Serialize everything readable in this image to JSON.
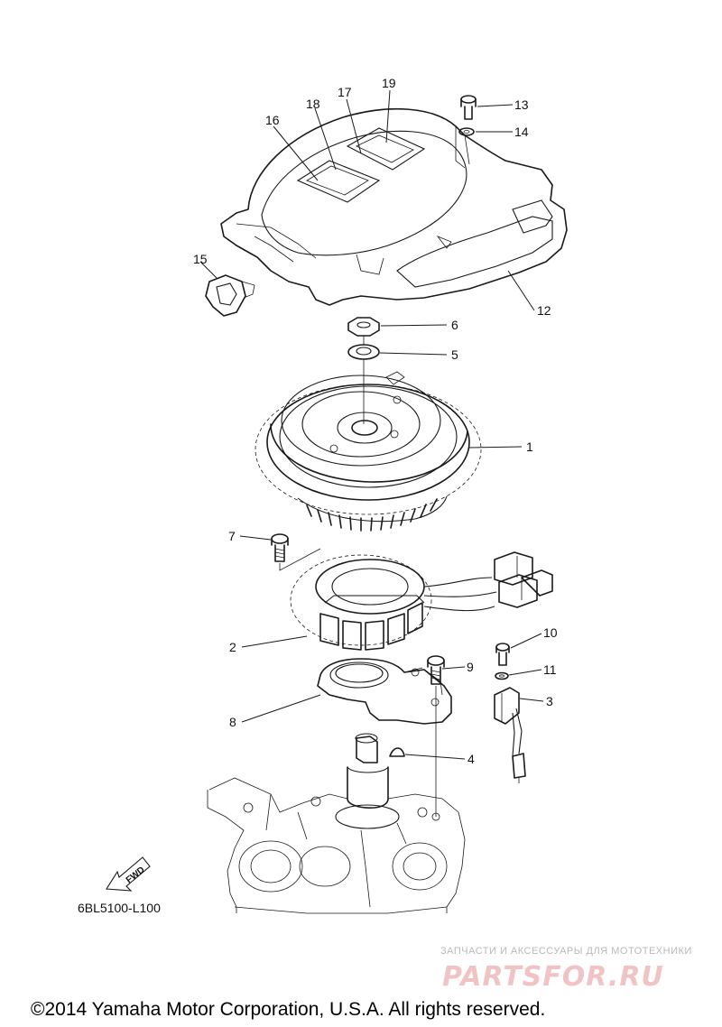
{
  "callouts": [
    {
      "id": "c1",
      "label": "1"
    },
    {
      "id": "c2",
      "label": "2"
    },
    {
      "id": "c3",
      "label": "3"
    },
    {
      "id": "c4",
      "label": "4"
    },
    {
      "id": "c5",
      "label": "5"
    },
    {
      "id": "c6",
      "label": "6"
    },
    {
      "id": "c7",
      "label": "7"
    },
    {
      "id": "c8",
      "label": "8"
    },
    {
      "id": "c9",
      "label": "9"
    },
    {
      "id": "c10",
      "label": "10"
    },
    {
      "id": "c11",
      "label": "11"
    },
    {
      "id": "c12",
      "label": "12"
    },
    {
      "id": "c13",
      "label": "13"
    },
    {
      "id": "c14",
      "label": "14"
    },
    {
      "id": "c15",
      "label": "15"
    },
    {
      "id": "c16",
      "label": "16"
    },
    {
      "id": "c17",
      "label": "17"
    },
    {
      "id": "c18",
      "label": "18"
    },
    {
      "id": "c19",
      "label": "19"
    }
  ],
  "fwd_label": "FWD",
  "diagram_code": "6BL5100-L100",
  "watermark": {
    "tagline": "ЗАПЧАСТИ И АКСЕССУАРЫ ДЛЯ МОТОТЕХНИКИ",
    "brand": "PARTSFOR.RU"
  },
  "copyright": "©2014 Yamaha Motor Corporation, U.S.A. All rights reserved."
}
